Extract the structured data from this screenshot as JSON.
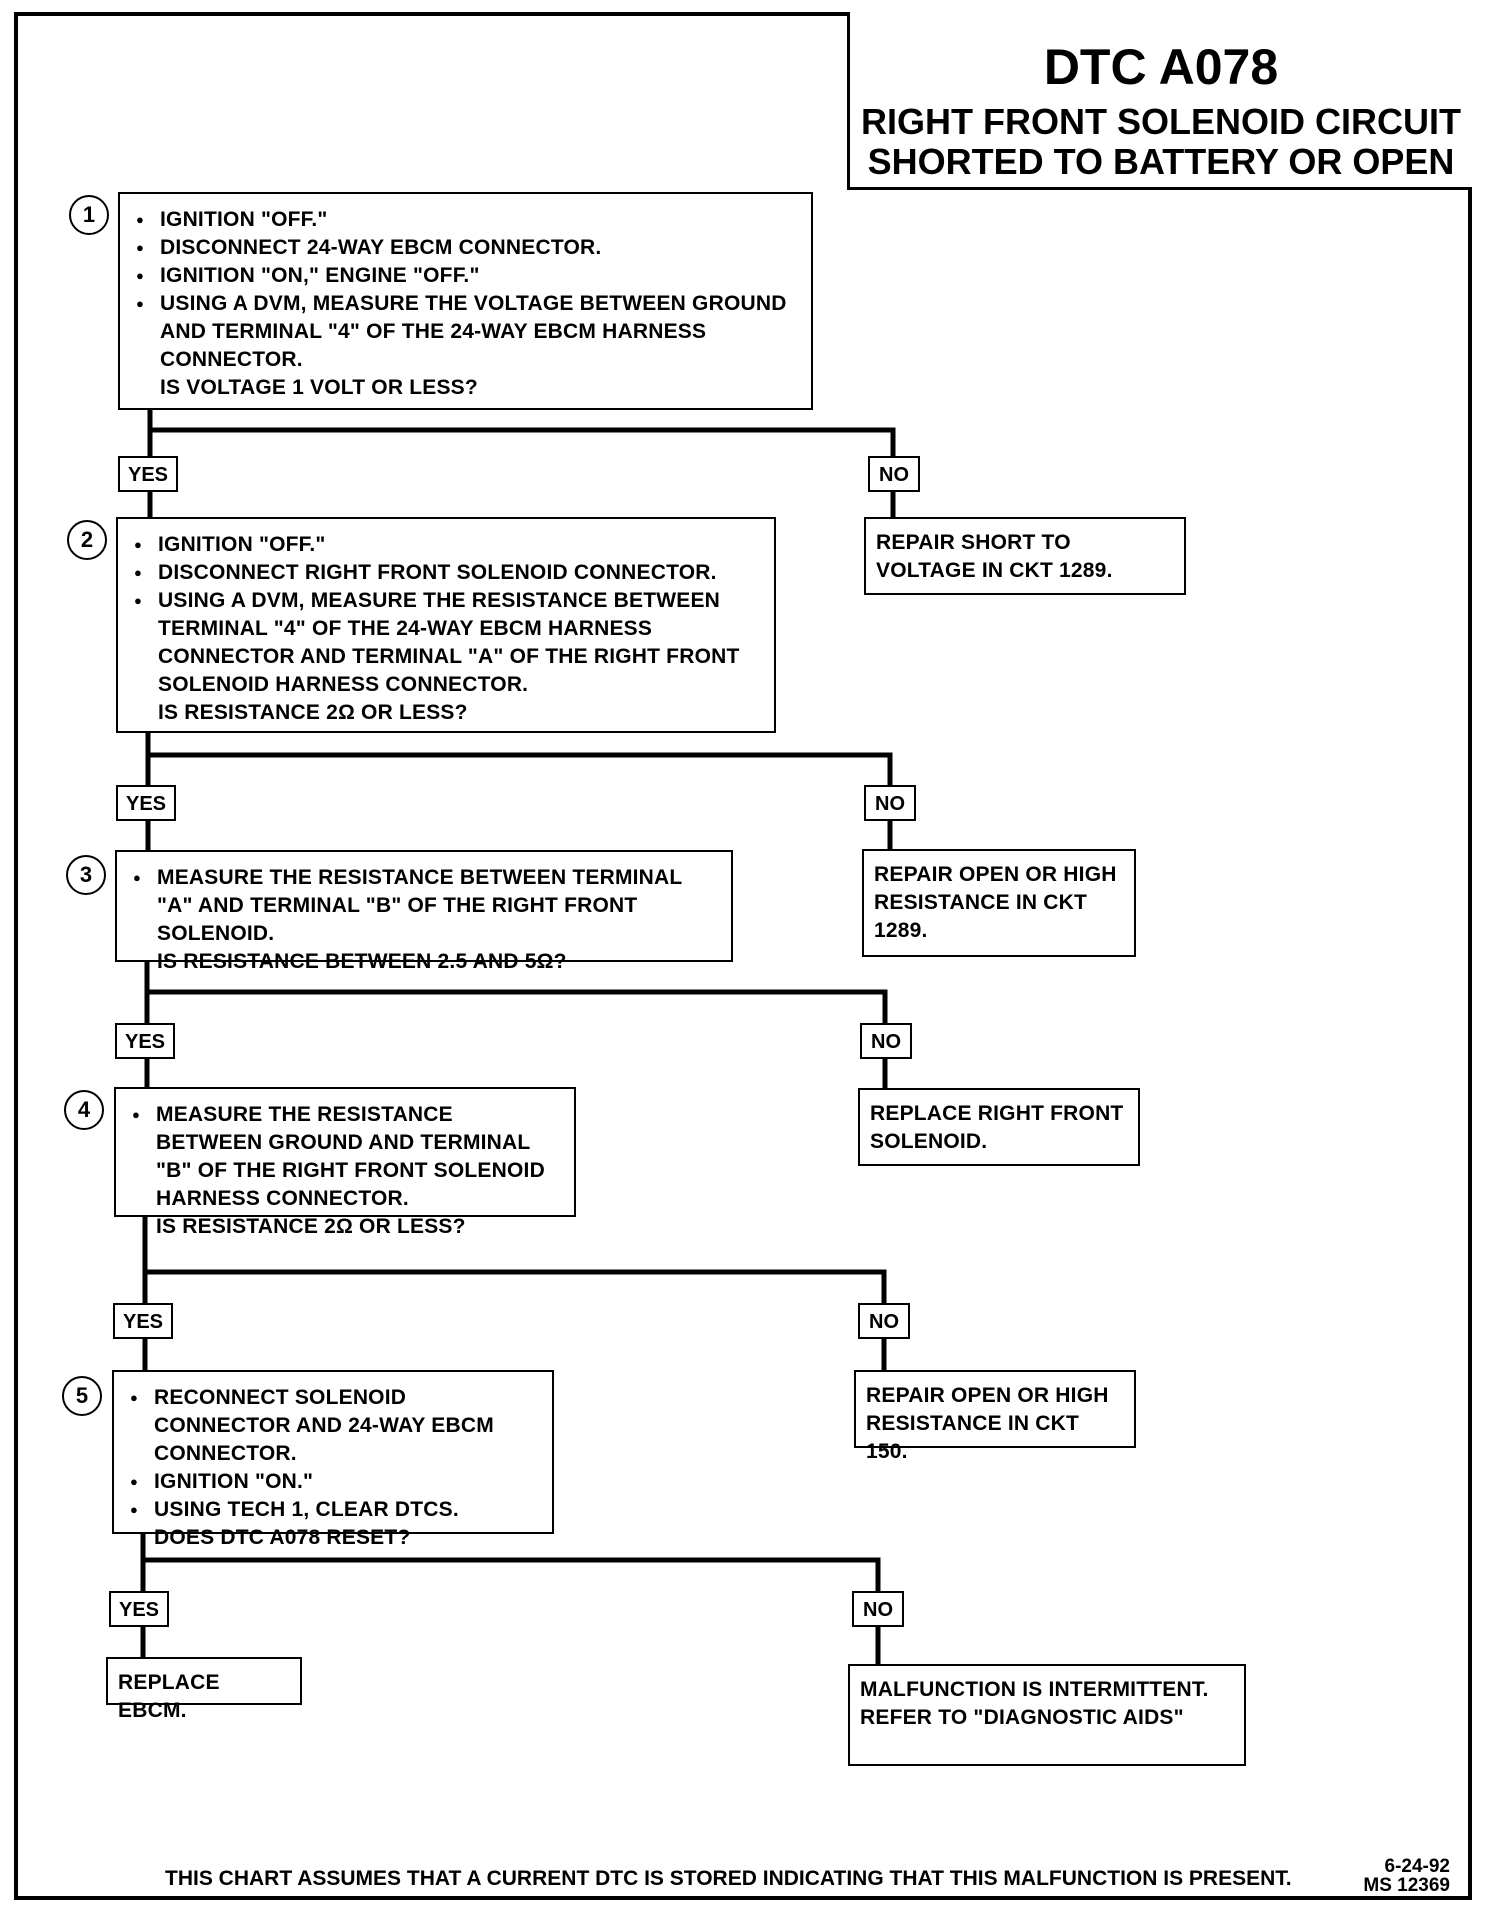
{
  "header": {
    "code": "DTC A078",
    "subtitle_lines": [
      "RIGHT FRONT SOLENOID CIRCUIT",
      "SHORTED TO BATTERY OR OPEN"
    ]
  },
  "steps": [
    {
      "number": "1",
      "bullets": [
        "IGNITION \"OFF.\"",
        "DISCONNECT 24-WAY EBCM CONNECTOR.",
        "IGNITION \"ON,\" ENGINE \"OFF.\"",
        "USING A DVM, MEASURE THE VOLTAGE BETWEEN GROUND AND TERMINAL \"4\" OF THE 24-WAY EBCM HARNESS CONNECTOR."
      ],
      "question": "IS VOLTAGE 1 VOLT OR LESS?"
    },
    {
      "number": "2",
      "bullets": [
        "IGNITION \"OFF.\"",
        "DISCONNECT RIGHT FRONT SOLENOID CONNECTOR.",
        "USING A DVM, MEASURE THE RESISTANCE BETWEEN TERMINAL \"4\" OF THE 24-WAY EBCM HARNESS CONNECTOR AND TERMINAL \"A\" OF THE RIGHT FRONT SOLENOID HARNESS CONNECTOR."
      ],
      "question": "IS RESISTANCE 2Ω OR LESS?"
    },
    {
      "number": "3",
      "bullets": [
        "MEASURE THE RESISTANCE BETWEEN TERMINAL \"A\" AND TERMINAL \"B\" OF THE RIGHT FRONT SOLENOID."
      ],
      "question": "IS RESISTANCE BETWEEN 2.5 AND 5Ω?"
    },
    {
      "number": "4",
      "bullets": [
        "MEASURE THE RESISTANCE BETWEEN GROUND AND TERMINAL \"B\" OF THE RIGHT FRONT SOLENOID HARNESS CONNECTOR."
      ],
      "question": "IS RESISTANCE 2Ω OR LESS?"
    },
    {
      "number": "5",
      "bullets": [
        "RECONNECT SOLENOID CONNECTOR AND 24-WAY EBCM CONNECTOR.",
        "IGNITION \"ON.\"",
        "USING TECH 1, CLEAR DTCs."
      ],
      "question": "DOES DTC A078 RESET?"
    }
  ],
  "labels": {
    "yes": "YES",
    "no": "NO"
  },
  "results": {
    "no1": "REPAIR SHORT TO VOLTAGE IN CKT 1289.",
    "no2": "REPAIR OPEN OR HIGH RESISTANCE IN CKT 1289.",
    "no3": "REPLACE RIGHT FRONT SOLENOID.",
    "no4": "REPAIR OPEN OR HIGH RESISTANCE IN CKT 150.",
    "yes5": "REPLACE EBCM.",
    "no5": [
      "MALFUNCTION IS INTERMITTENT.",
      "REFER TO \"DIAGNOSTIC AIDS\""
    ]
  },
  "footer": {
    "note": "THIS CHART ASSUMES THAT A CURRENT DTC IS STORED INDICATING THAT THIS MALFUNCTION IS PRESENT.",
    "date": "6-24-92",
    "ref": "MS 12369"
  }
}
